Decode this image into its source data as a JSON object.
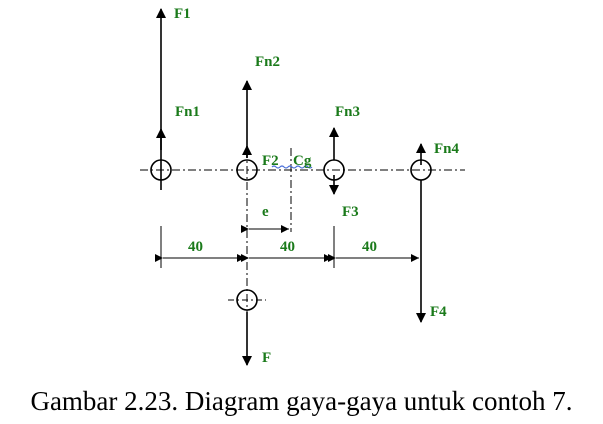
{
  "labels": {
    "f1": "F1",
    "fn1": "Fn1",
    "fn2": "Fn2",
    "fn3": "Fn3",
    "fn4": "Fn4",
    "f2": "F2",
    "cg": "Cg",
    "f3": "F3",
    "f4": "F4",
    "f": "F",
    "e": "e"
  },
  "dimensions": [
    "40",
    "40",
    "40"
  ],
  "caption": "Gambar 2.23. Diagram gaya-gaya untuk contoh 7.",
  "colors": {
    "label": "#1a7a1a",
    "line": "#000000",
    "cg_line": "#4a6fd8"
  }
}
